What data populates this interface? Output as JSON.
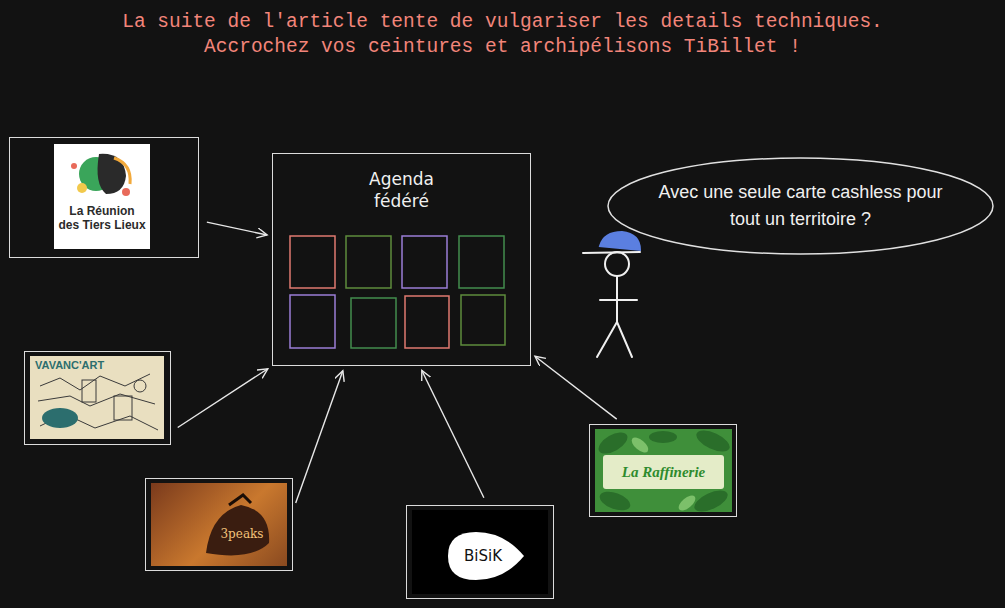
{
  "diagram": {
    "title": "La suite de l'article tente de vulgariser les details techniques. Accrochez vos ceintures et archipélisons TiBillet !",
    "nodes": [
      {
        "text": [
          "Agenda fédéré"
        ]
      },
      {
        "text": [
          "La Réunion des Tiers Lieux"
        ]
      },
      {
        "text": [
          "VAVANC'ART"
        ]
      },
      {
        "text": [
          "3peaks"
        ]
      },
      {
        "text": [
          "BiSiK"
        ]
      },
      {
        "text": [
          "La Raffinerie"
        ]
      },
      {
        "text": [
          "Avec une seule carte cashless pour tout un territoire ?"
        ]
      }
    ],
    "edges": [
      {
        "from": 1,
        "to": 0,
        "arrow": "to"
      },
      {
        "from": 2,
        "to": 0,
        "arrow": "to"
      },
      {
        "from": 3,
        "to": 0,
        "arrow": "to"
      },
      {
        "from": 4,
        "to": 0,
        "arrow": "to"
      },
      {
        "from": 5,
        "to": 0,
        "arrow": "to"
      }
    ]
  }
}
